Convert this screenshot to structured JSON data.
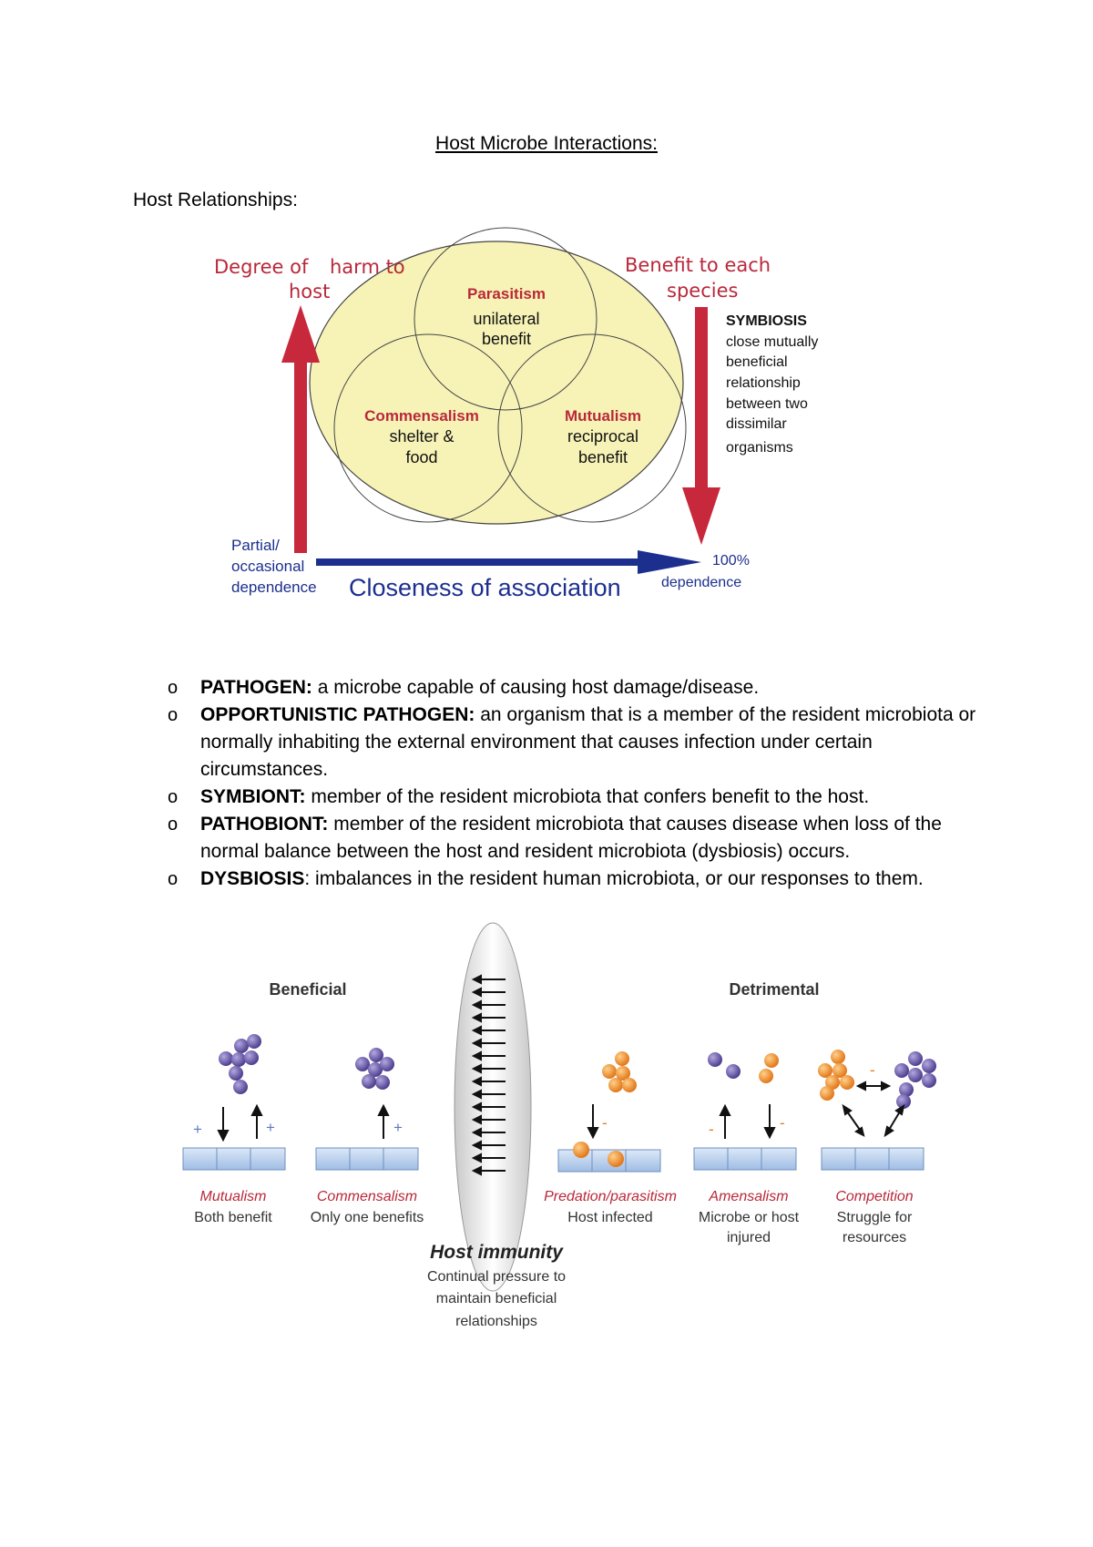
{
  "doc": {
    "title": "Host Microbe Interactions:",
    "section_heading": "Host Relationships:"
  },
  "diagram1": {
    "left_label_1": "Degree of",
    "left_label_2": "harm to",
    "left_label_3": "host",
    "right_label_1": "Benefit to each",
    "right_label_2": "species",
    "parasitism_title": "Parasitism",
    "parasitism_desc_1": "unilateral",
    "parasitism_desc_2": "benefit",
    "commensalism_title": "Commensalism",
    "commensalism_desc_1": "shelter &",
    "commensalism_desc_2": "food",
    "mutualism_title": "Mutualism",
    "mutualism_desc_1": "reciprocal",
    "mutualism_desc_2": "benefit",
    "symbiosis_title": "SYMBIOSIS",
    "symbiosis_lines": [
      "close mutually",
      "beneficial",
      "relationship",
      "between two",
      "dissimilar",
      "organisms"
    ],
    "partial_1": "Partial/",
    "partial_2": "occasional",
    "partial_3": "dependence",
    "axis_label": "Closeness of association",
    "full_1": "100%",
    "full_2": "dependence"
  },
  "definitions": [
    {
      "term": "PATHOGEN:",
      "text": " a microbe capable of causing host damage/disease."
    },
    {
      "term": "OPPORTUNISTIC PATHOGEN:",
      "text": " an organism that is a member of the resident microbiota or normally inhabiting the external environment that causes infection under certain circumstances."
    },
    {
      "term": "SYMBIONT:",
      "text": " member of the resident microbiota that confers benefit to the host."
    },
    {
      "term": "PATHOBIONT:",
      "text": " member of the resident microbiota that causes disease when loss of the normal balance between the host and resident microbiota (dysbiosis) occurs."
    },
    {
      "term": "DYSBIOSIS",
      "text": ": imbalances in the resident human microbiota, or our responses to them."
    }
  ],
  "bullet_glyph": "o",
  "diagram2": {
    "beneficial": "Beneficial",
    "detrimental": "Detrimental",
    "plus": "+",
    "minus": "-",
    "mutualism": "Mutualism",
    "mutualism_desc": "Both benefit",
    "commensalism": "Commensalism",
    "commensalism_desc": "Only one benefits",
    "predation": "Predation/parasitism",
    "predation_desc": "Host infected",
    "amensalism": "Amensalism",
    "amensalism_desc_1": "Microbe or host",
    "amensalism_desc_2": "injured",
    "competition": "Competition",
    "competition_desc_1": "Struggle for",
    "competition_desc_2": "resources",
    "immunity_title": "Host immunity",
    "immunity_desc_1": "Continual pressure to",
    "immunity_desc_2": "maintain beneficial",
    "immunity_desc_3": "relationships"
  },
  "colors": {
    "red": "#b9283a",
    "blue": "#1c2f8e",
    "circle_fill": "#f7f3b7",
    "purple": "#6a5aa6",
    "orange": "#f0952a",
    "host_bar": "#bcd3ef"
  }
}
